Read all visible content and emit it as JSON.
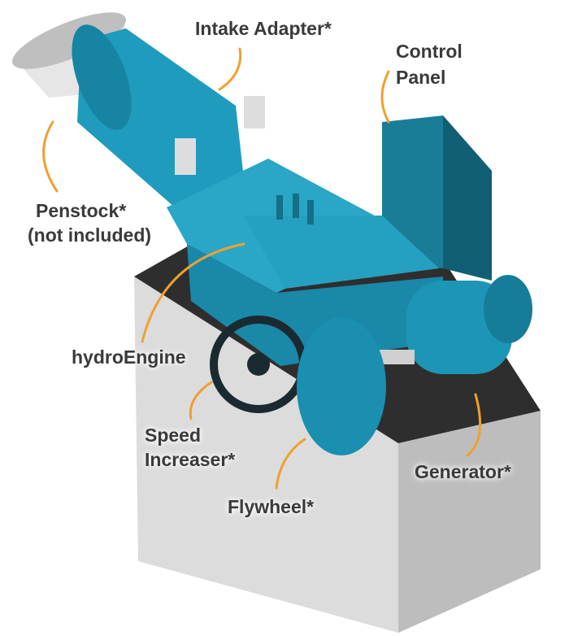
{
  "labels": {
    "intake_adapter": "Intake Adapter*",
    "control_panel_line1": "Control",
    "control_panel_line2": "Panel",
    "penstock_line1": "Penstock*",
    "penstock_line2": "(not included)",
    "hydroengine": "hydroEngine",
    "speed_increaser_line1": "Speed",
    "speed_increaser_line2": "Increaser*",
    "flywheel": "Flywheel*",
    "generator": "Generator*"
  },
  "colors": {
    "machine_teal": "#1f9bbd",
    "leader_orange": "#f0a030",
    "panel_teal": "#157089",
    "concrete": "#d9d9d9",
    "deck": "#2d2d2d"
  }
}
